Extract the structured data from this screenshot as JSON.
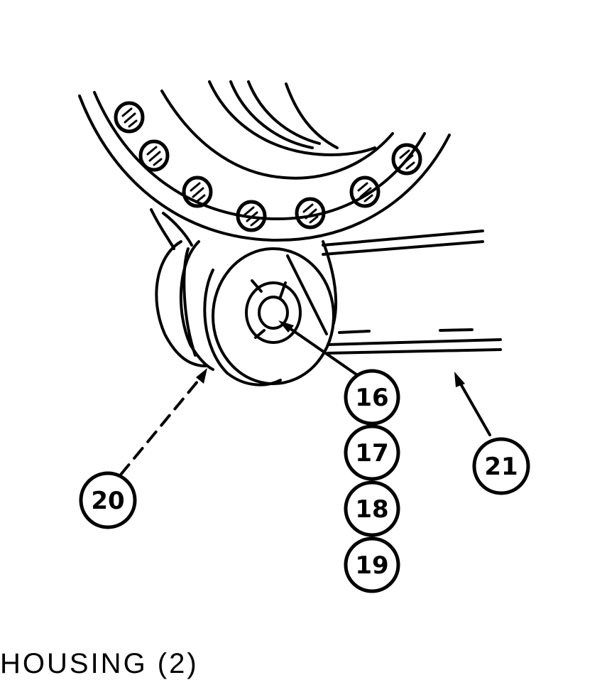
{
  "callouts": {
    "c16": "16",
    "c17": "17",
    "c18": "18",
    "c19": "19",
    "c20": "20",
    "c21": "21"
  },
  "caption": "HOUSING (2)",
  "colors": {
    "ink": "#000000",
    "paper": "#ffffff"
  }
}
